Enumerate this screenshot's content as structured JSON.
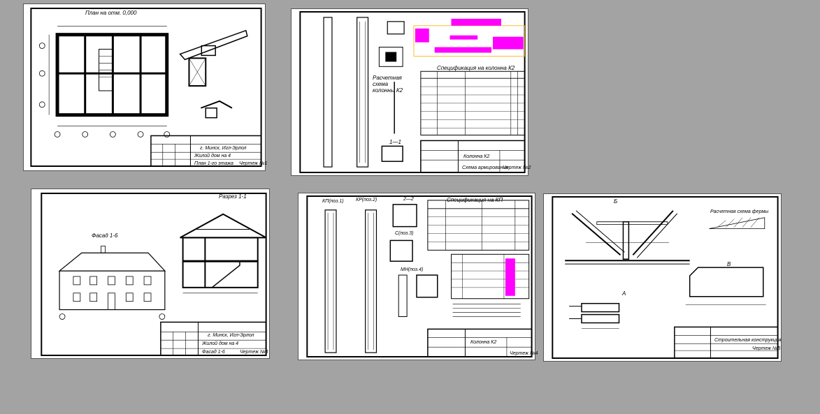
{
  "sheets": [
    {
      "id": "sheet-1",
      "title": "План на отм. 0,000",
      "stamp_city": "г. Минск, Игл-Эрлол",
      "stamp_project": "Жилой дом на 4",
      "stamp_name": "План 1-го этажа",
      "stamp_sheet": "Чертеж №1"
    },
    {
      "id": "sheet-2",
      "title": "Спецификация на колонна К2",
      "subtitle": "Расчетная схема колонны К2",
      "section": "1—1",
      "stamp_name": "Колонна К2",
      "stamp_sheet": "Чертеж №2",
      "stamp_scheme": "Схема армирования"
    },
    {
      "id": "sheet-3",
      "title": "Разрез 1-1",
      "facade": "Фасад 1-6",
      "stamp_city": "г. Минск, Игл-Эрлол",
      "stamp_project": "Жилой дом на 4",
      "stamp_name": "Фасад 1-6",
      "stamp_sheet": "Чертеж №3"
    },
    {
      "id": "sheet-4",
      "title": "Спецификация на КП",
      "col_left": "КП(поз.1)",
      "col_right": "КР(поз.2)",
      "section": "2—2",
      "node": "С(поз.3)",
      "node2": "МН(поз.4)",
      "stamp_name": "Колонна К2",
      "stamp_sheet": "Чертеж №4"
    },
    {
      "id": "sheet-5",
      "title": "Расчетная схема фермы",
      "label_a": "А",
      "label_b": "Б",
      "label_v": "В",
      "stamp_name": "Строительная конструкция",
      "stamp_sheet": "Чертеж №5"
    }
  ],
  "colors": {
    "background": "#a3a3a3",
    "sheet": "#ffffff",
    "ink": "#000000",
    "highlight": "#ff00ff",
    "accent": "#ffaa00"
  }
}
